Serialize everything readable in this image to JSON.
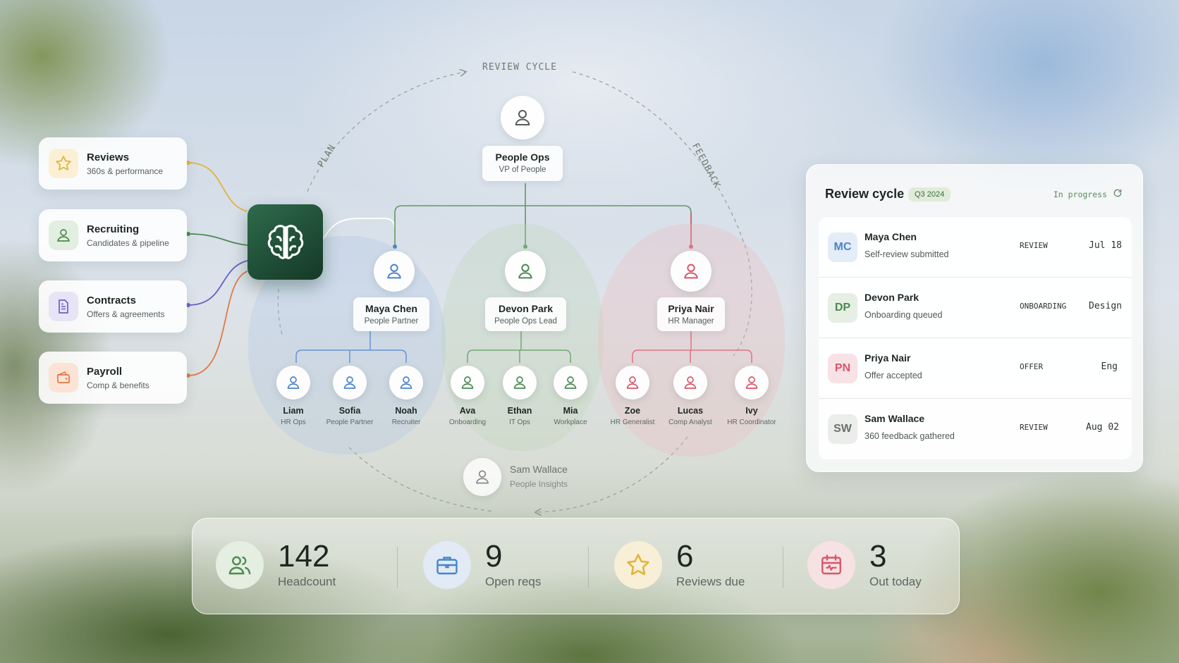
{
  "arc_labels": {
    "top": "REVIEW CYCLE",
    "left": "PLAN",
    "right": "FEEDBACK"
  },
  "modules": [
    {
      "title": "Reviews",
      "subtitle": "360s & performance",
      "icon": "star-icon",
      "color": "#e2b33a"
    },
    {
      "title": "Recruiting",
      "subtitle": "Candidates & pipeline",
      "icon": "person-icon",
      "color": "#4b8a52"
    },
    {
      "title": "Contracts",
      "subtitle": "Offers & agreements",
      "icon": "document-icon",
      "color": "#6b5fc4"
    },
    {
      "title": "Payroll",
      "subtitle": "Comp & benefits",
      "icon": "wallet-icon",
      "color": "#e07a48"
    }
  ],
  "hub": {
    "icon": "brain-icon"
  },
  "org": {
    "root": {
      "name": "People Ops",
      "role": "VP of People"
    },
    "managers": [
      {
        "name": "Maya Chen",
        "role": "People Partner",
        "color": "#4a84c9"
      },
      {
        "name": "Devon Park",
        "role": "People Ops Lead",
        "color": "#4b8a52"
      },
      {
        "name": "Priya Nair",
        "role": "HR Manager",
        "color": "#d9566b"
      }
    ],
    "reports": [
      {
        "name": "Liam",
        "role": "HR Ops"
      },
      {
        "name": "Sofia",
        "role": "People Partner"
      },
      {
        "name": "Noah",
        "role": "Recruiter"
      },
      {
        "name": "Ava",
        "role": "Onboarding"
      },
      {
        "name": "Ethan",
        "role": "IT Ops"
      },
      {
        "name": "Mia",
        "role": "Workplace"
      },
      {
        "name": "Zoe",
        "role": "HR Generalist"
      },
      {
        "name": "Lucas",
        "role": "Comp Analyst"
      },
      {
        "name": "Ivy",
        "role": "HR Coordinator"
      }
    ],
    "floating": {
      "name": "Sam Wallace",
      "role": "People Insights"
    }
  },
  "review_panel": {
    "title": "Review cycle",
    "quarter": "Q3 2024",
    "status": "In progress",
    "rows": [
      {
        "initials": "MC",
        "name": "Maya Chen",
        "status": "Self-review submitted",
        "stage": "REVIEW",
        "right": "Jul 18",
        "color": "#4a84c9",
        "bg": "#e3ecf7"
      },
      {
        "initials": "DP",
        "name": "Devon Park",
        "status": "Onboarding queued",
        "stage": "ONBOARDING",
        "right": "Design",
        "color": "#4b8a52",
        "bg": "#e5efe3"
      },
      {
        "initials": "PN",
        "name": "Priya Nair",
        "status": "Offer accepted",
        "stage": "OFFER",
        "right": "Eng",
        "color": "#d9566b",
        "bg": "#f8e2e5"
      },
      {
        "initials": "SW",
        "name": "Sam Wallace",
        "status": "360 feedback gathered",
        "stage": "REVIEW",
        "right": "Aug 02",
        "color": "#6b716d",
        "bg": "#ebedeb"
      }
    ]
  },
  "stats": [
    {
      "value": "142",
      "label": "Headcount",
      "icon": "people-icon",
      "color": "#4b8a52"
    },
    {
      "value": "9",
      "label": "Open reqs",
      "icon": "briefcase-icon",
      "color": "#4a84c9"
    },
    {
      "value": "6",
      "label": "Reviews due",
      "icon": "star-icon",
      "color": "#e2b33a"
    },
    {
      "value": "3",
      "label": "Out today",
      "icon": "calendar-icon",
      "color": "#d9566b"
    }
  ]
}
